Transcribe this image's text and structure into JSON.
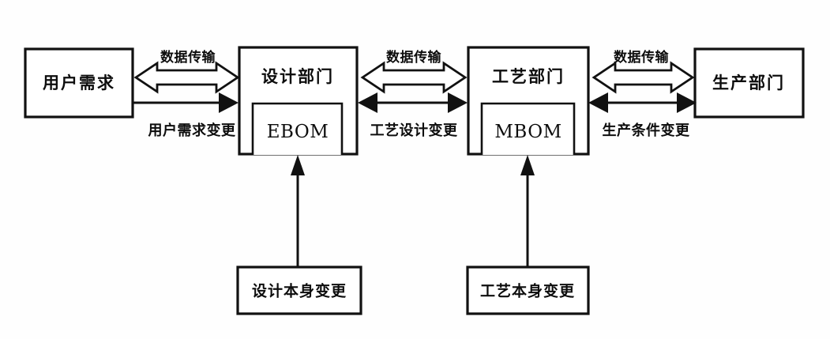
{
  "diagram": {
    "type": "flow-diagram",
    "background_color": "#fefefe",
    "stroke_color": "#111111",
    "nodes": {
      "customer_requirement": "用户需求",
      "design_department": "设计部门",
      "process_department": "工艺部门",
      "production_department": "生产部门",
      "ebom": "EBOM",
      "mbom": "MBOM",
      "design_self_change": "设计本身变更",
      "process_self_change": "工艺本身变更"
    },
    "edge_labels": {
      "data_transfer_1": "数据传输",
      "data_transfer_2": "数据传输",
      "data_transfer_3": "数据传输",
      "customer_requirement_change": "用户需求变更",
      "process_design_change": "工艺设计变更",
      "production_condition_change": "生产条件变更"
    }
  }
}
